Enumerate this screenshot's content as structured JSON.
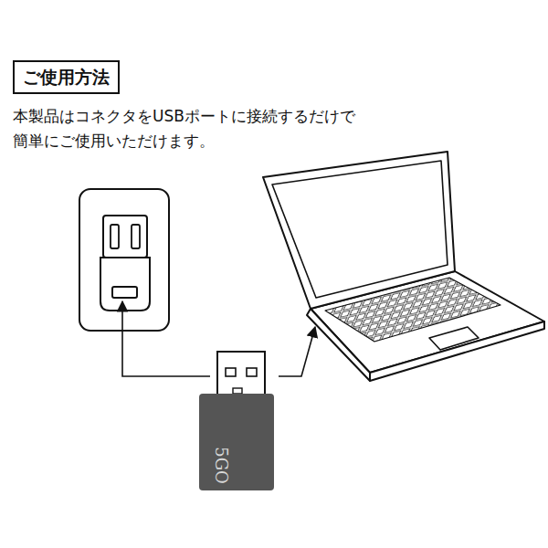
{
  "diagram": {
    "title": "ご使用方法",
    "nodes": [
      {
        "text": [
          "5GO"
        ]
      }
    ],
    "labels": [
      "本製品はコネクタをUSBポートに接続するだけで 簡単にご使用いただけます。"
    ]
  }
}
